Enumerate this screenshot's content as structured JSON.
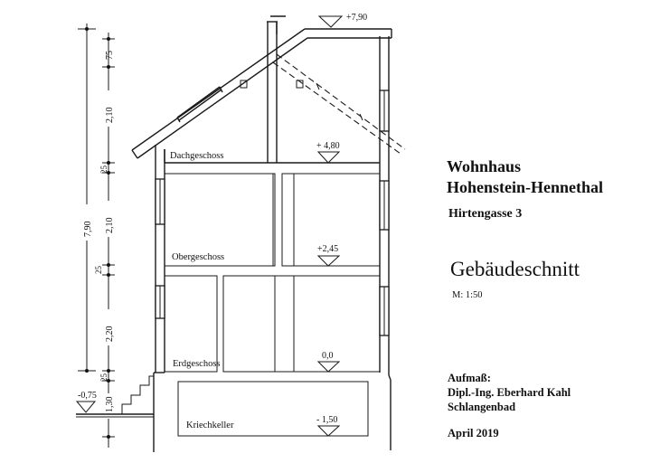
{
  "title_block": {
    "building_type": "Wohnhaus",
    "location": "Hohenstein-Hennethal",
    "address": "Hirtengasse 3",
    "drawing_title": "Gebäudeschnitt",
    "scale": "M:  1:50",
    "survey_label": "Aufmaß:",
    "surveyor": "Dipl.-Ing. Eberhard Kahl",
    "surveyor_city": "Schlangenbad",
    "date": "April 2019"
  },
  "floors": [
    {
      "name": "Dachgeschoss",
      "level": "+ 4,80"
    },
    {
      "name": "Obergeschoss",
      "level": "+2,45"
    },
    {
      "name": "Erdgeschoss",
      "level": "0,0"
    },
    {
      "name": "Kriechkeller",
      "level": "- 1,50"
    }
  ],
  "levels": {
    "ridge": "+7,90",
    "ground": "-0,75"
  },
  "dimensions": {
    "total_height": "7,90",
    "chain": [
      "75",
      "2,10",
      "25",
      "2,10",
      "25",
      "2,20",
      "25",
      "1,30"
    ]
  }
}
